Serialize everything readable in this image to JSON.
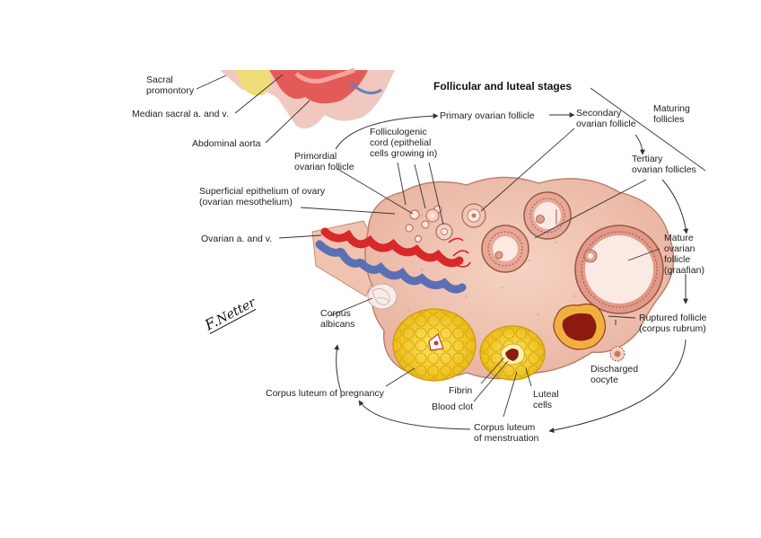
{
  "diagram": {
    "title": "Follicular and luteal stages",
    "labels": {
      "sacral_promontory": [
        "Sacral",
        "promontory"
      ],
      "median_sacral": "Median sacral a. and v.",
      "abdominal_aorta": "Abdominal aorta",
      "primordial": [
        "Primordial",
        "ovarian follicle"
      ],
      "folliculogenic": [
        "Folliculogenic",
        "cord (epithelial",
        "cells growing in)"
      ],
      "superficial_epithelium": [
        "Superficial epithelium of ovary",
        "(ovarian mesothelium)"
      ],
      "ovarian_av": "Ovarian a. and v.",
      "primary": "Primary ovarian follicle",
      "secondary": [
        "Secondary",
        "ovarian follicle"
      ],
      "maturing": [
        "Maturing",
        "follicles"
      ],
      "tertiary": [
        "Tertiary",
        "ovarian follicles"
      ],
      "mature": [
        "Mature",
        "ovarian",
        "follicle",
        "(graafian)"
      ],
      "ruptured": [
        "Ruptured follicle",
        "(corpus rubrum)"
      ],
      "discharged": [
        "Discharged",
        "oocyte"
      ],
      "corpus_albicans": [
        "Corpus",
        "albicans"
      ],
      "corpus_luteum_pregnancy": "Corpus luteum of pregnancy",
      "fibrin": "Fibrin",
      "blood_clot": "Blood clot",
      "luteal_cells": [
        "Luteal",
        "cells"
      ],
      "corpus_luteum_menstruation": [
        "Corpus luteum",
        "of menstruation"
      ]
    },
    "signature": "F. Netter",
    "colors": {
      "stroma": "#f2c6b4",
      "artery": "#d8282a",
      "vein": "#5b6fb5",
      "luteum": "#f4d21c",
      "clot": "#8c1a10",
      "aorta": "#e35b58"
    }
  }
}
